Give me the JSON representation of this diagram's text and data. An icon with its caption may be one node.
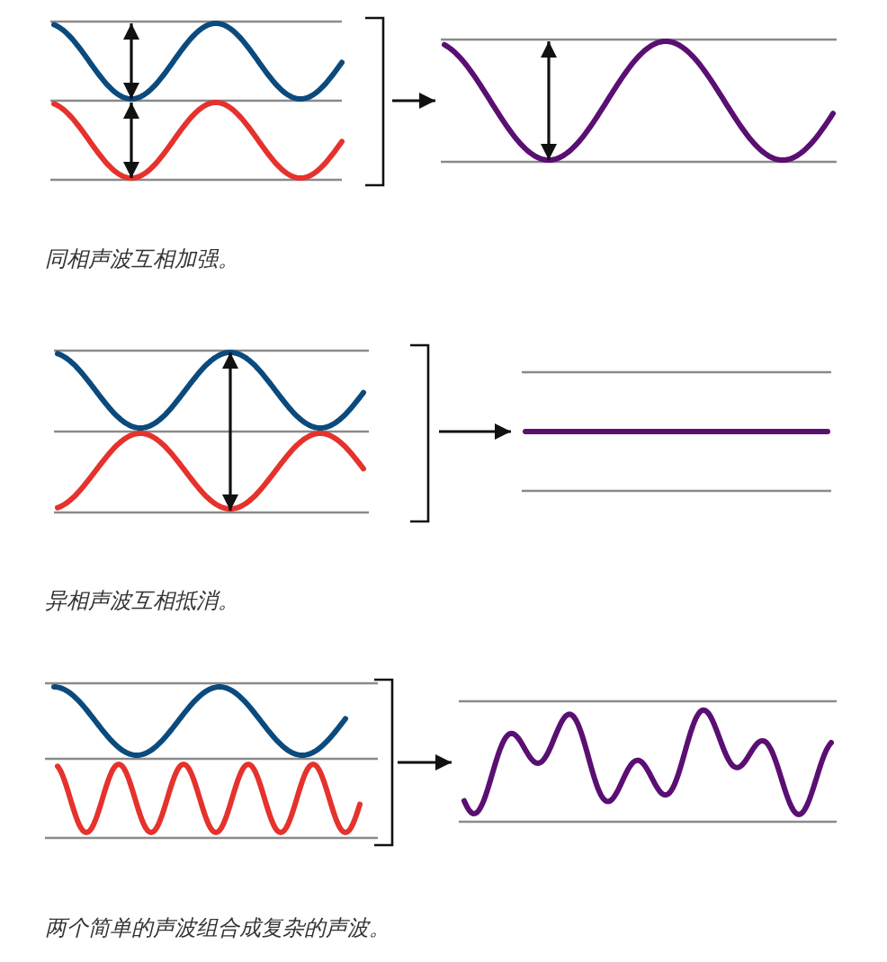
{
  "diagram": {
    "nodes": [
      {
        "text": [],
        "shape": "picture"
      },
      {
        "text": [],
        "shape": "picture"
      },
      {
        "text": [],
        "shape": "picture"
      },
      {
        "text": [],
        "shape": "picture"
      },
      {
        "text": [],
        "shape": "picture"
      },
      {
        "text": [],
        "shape": "picture"
      }
    ],
    "edges": [
      {
        "from": 0,
        "to": 1,
        "arrow": "to"
      },
      {
        "from": 2,
        "to": 3,
        "arrow": "to"
      },
      {
        "from": 4,
        "to": 5,
        "arrow": "to"
      }
    ],
    "labels": [
      "同相声波互相加强。",
      "异相声波互相抵消。",
      "两个简单的声波组合成复杂的声波。"
    ]
  }
}
